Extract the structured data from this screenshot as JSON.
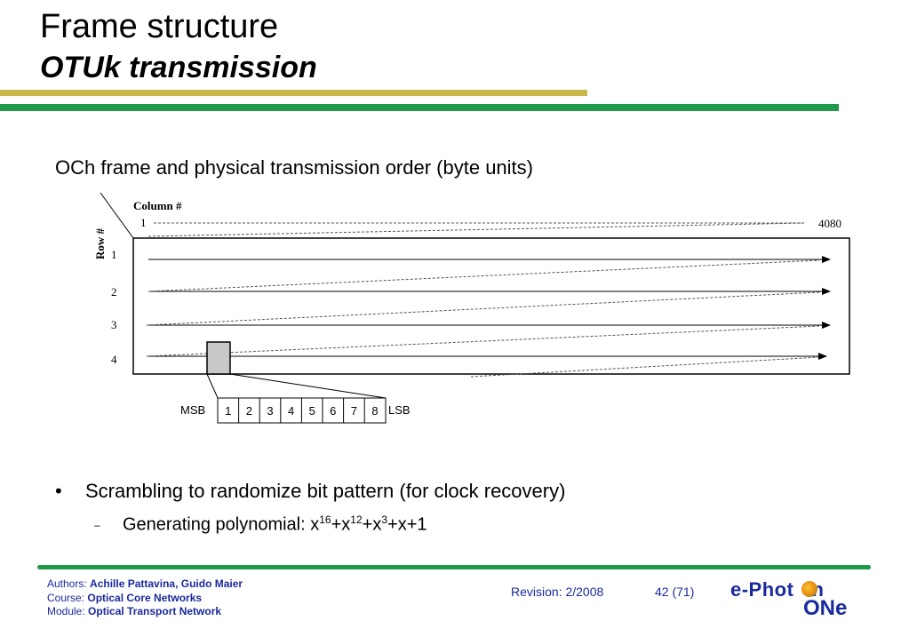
{
  "header": {
    "title": "Frame structure",
    "subtitle": "OTUk transmission"
  },
  "section_heading": "OCh frame and physical transmission order (byte units)",
  "diagram": {
    "column_label": "Column #",
    "row_label": "Row #",
    "first_column": "1",
    "last_column": "4080",
    "rows": [
      "1",
      "2",
      "3",
      "4"
    ],
    "msb_label": "MSB",
    "lsb_label": "LSB",
    "bits": [
      "1",
      "2",
      "3",
      "4",
      "5",
      "6",
      "7",
      "8"
    ]
  },
  "bullets": {
    "main": "Scrambling to randomize bit pattern (for clock recovery)",
    "sub_prefix": "Generating polynomial: x",
    "sub_exp1": "16",
    "sub_mid1": "+x",
    "sub_exp2": "12",
    "sub_mid2": "+x",
    "sub_exp3": "3",
    "sub_tail": "+x+1",
    "bullet_symbol": "•",
    "sub_bullet_symbol": "–"
  },
  "footer": {
    "authors_label": "Authors: ",
    "authors": "Achille Pattavina, Guido Maier",
    "course_label": "Course: ",
    "course": "Optical Core Networks",
    "module_label": "Module: ",
    "module": "Optical Transport Network",
    "revision": "Revision: 2/2008",
    "page": "42 (71)",
    "logo_line1": "e-Phot",
    "logo_n": "n",
    "logo_line2": "ONe"
  },
  "colors": {
    "yellow_bar": "#c8b84a",
    "green_bar": "#1f9a4a",
    "footer_text": "#1a2a9c",
    "byte_fill": "#c8c8c8"
  }
}
